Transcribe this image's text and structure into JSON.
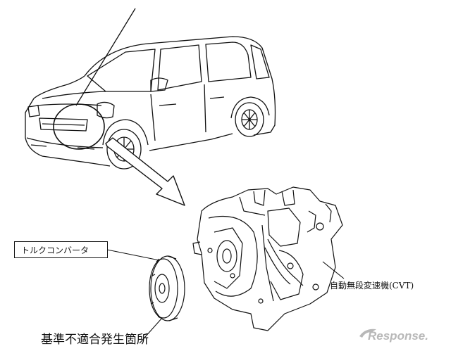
{
  "labels": {
    "torque_converter": "トルクコンバータ",
    "cvt": "自動無段変速機(CVT)",
    "nonconformity_location": "基準不適合発生箇所"
  },
  "watermark": {
    "text": "Response."
  },
  "colors": {
    "line": "#111111",
    "watermark": "#b8b8b8"
  }
}
